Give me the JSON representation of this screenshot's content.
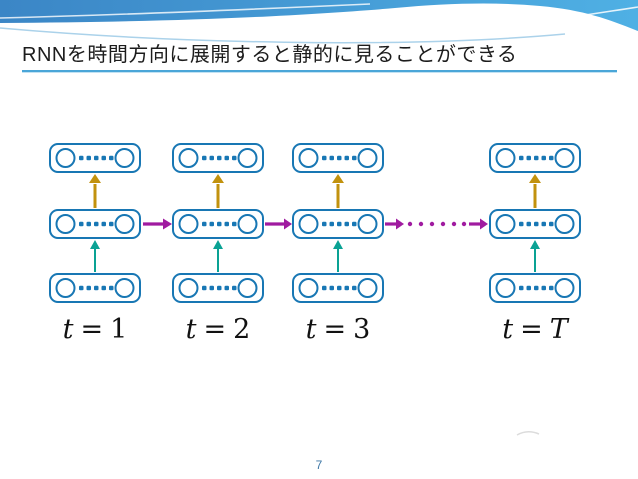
{
  "slide": {
    "title": "RNNを時間方向に展開すると静的に見ることができる",
    "page_number": "7"
  },
  "colors": {
    "box_border": "#1877b4",
    "arrow_gold": "#c2920e",
    "arrow_teal": "#0aa294",
    "arrow_purple": "#a01ba0",
    "title_underline": "#4aa6d8",
    "page_number": "#3e77a6",
    "header_gradient_left": "#3b86c6",
    "header_gradient_right": "#4fb0e4",
    "footer_dash": "#dcdcdc"
  },
  "diagram": {
    "columns": [
      {
        "time_var": "t",
        "equals": "=",
        "time_value": "1"
      },
      {
        "time_var": "t",
        "equals": "=",
        "time_value": "2"
      },
      {
        "time_var": "t",
        "equals": "=",
        "time_value": "3"
      },
      {
        "time_var": "t",
        "equals": "=",
        "time_value": "T"
      }
    ],
    "ellipsis_dot_count": 6,
    "rows_per_column": 3
  }
}
